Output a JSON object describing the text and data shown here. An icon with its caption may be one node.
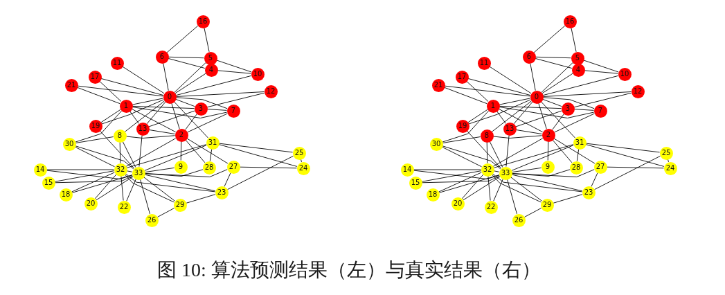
{
  "diagram": {
    "caption": "图 10: 算法预测结果（左）与真实结果（右）",
    "nodes": [
      {
        "text": [
          "0"
        ]
      },
      {
        "text": [
          "1"
        ]
      },
      {
        "text": [
          "2"
        ]
      },
      {
        "text": [
          "3"
        ]
      },
      {
        "text": [
          "4"
        ]
      },
      {
        "text": [
          "5"
        ]
      },
      {
        "text": [
          "6"
        ]
      },
      {
        "text": [
          "7"
        ]
      },
      {
        "text": [
          "8"
        ]
      },
      {
        "text": [
          "9"
        ]
      },
      {
        "text": [
          "10"
        ]
      },
      {
        "text": [
          "11"
        ]
      },
      {
        "text": [
          "12"
        ]
      },
      {
        "text": [
          "13"
        ]
      },
      {
        "text": [
          "14"
        ]
      },
      {
        "text": [
          "15"
        ]
      },
      {
        "text": [
          "16"
        ]
      },
      {
        "text": [
          "17"
        ]
      },
      {
        "text": [
          "18"
        ]
      },
      {
        "text": [
          "19"
        ]
      },
      {
        "text": [
          "20"
        ]
      },
      {
        "text": [
          "21"
        ]
      },
      {
        "text": [
          "22"
        ]
      },
      {
        "text": [
          "23"
        ]
      },
      {
        "text": [
          "24"
        ]
      },
      {
        "text": [
          "25"
        ]
      },
      {
        "text": [
          "26"
        ]
      },
      {
        "text": [
          "27"
        ]
      },
      {
        "text": [
          "28"
        ]
      },
      {
        "text": [
          "29"
        ]
      },
      {
        "text": [
          "30"
        ]
      },
      {
        "text": [
          "31"
        ]
      },
      {
        "text": [
          "32"
        ]
      },
      {
        "text": [
          "33"
        ]
      },
      {
        "text": [
          "0"
        ]
      },
      {
        "text": [
          "1"
        ]
      },
      {
        "text": [
          "2"
        ]
      },
      {
        "text": [
          "3"
        ]
      },
      {
        "text": [
          "4"
        ]
      },
      {
        "text": [
          "5"
        ]
      },
      {
        "text": [
          "6"
        ]
      },
      {
        "text": [
          "7"
        ]
      },
      {
        "text": [
          "8"
        ]
      },
      {
        "text": [
          "9"
        ]
      },
      {
        "text": [
          "10"
        ]
      },
      {
        "text": [
          "11"
        ]
      },
      {
        "text": [
          "12"
        ]
      },
      {
        "text": [
          "13"
        ]
      },
      {
        "text": [
          "14"
        ]
      },
      {
        "text": [
          "15"
        ]
      },
      {
        "text": [
          "16"
        ]
      },
      {
        "text": [
          "17"
        ]
      },
      {
        "text": [
          "18"
        ]
      },
      {
        "text": [
          "19"
        ]
      },
      {
        "text": [
          "20"
        ]
      },
      {
        "text": [
          "21"
        ]
      },
      {
        "text": [
          "22"
        ]
      },
      {
        "text": [
          "23"
        ]
      },
      {
        "text": [
          "24"
        ]
      },
      {
        "text": [
          "25"
        ]
      },
      {
        "text": [
          "26"
        ]
      },
      {
        "text": [
          "27"
        ]
      },
      {
        "text": [
          "28"
        ]
      },
      {
        "text": [
          "29"
        ]
      },
      {
        "text": [
          "30"
        ]
      },
      {
        "text": [
          "31"
        ]
      },
      {
        "text": [
          "32"
        ]
      },
      {
        "text": [
          "33"
        ]
      }
    ],
    "edges": [
      {
        "from": 0,
        "to": 1,
        "arrow": "none"
      },
      {
        "from": 0,
        "to": 2,
        "arrow": "none"
      },
      {
        "from": 0,
        "to": 3,
        "arrow": "none"
      },
      {
        "from": 0,
        "to": 4,
        "arrow": "none"
      },
      {
        "from": 0,
        "to": 5,
        "arrow": "none"
      },
      {
        "from": 0,
        "to": 6,
        "arrow": "none"
      },
      {
        "from": 0,
        "to": 7,
        "arrow": "none"
      },
      {
        "from": 0,
        "to": 8,
        "arrow": "none"
      },
      {
        "from": 0,
        "to": 10,
        "arrow": "none"
      },
      {
        "from": 0,
        "to": 11,
        "arrow": "none"
      },
      {
        "from": 0,
        "to": 12,
        "arrow": "none"
      },
      {
        "from": 0,
        "to": 13,
        "arrow": "none"
      },
      {
        "from": 0,
        "to": 17,
        "arrow": "none"
      },
      {
        "from": 0,
        "to": 19,
        "arrow": "none"
      },
      {
        "from": 0,
        "to": 21,
        "arrow": "none"
      },
      {
        "from": 0,
        "to": 31,
        "arrow": "none"
      },
      {
        "from": 1,
        "to": 2,
        "arrow": "none"
      },
      {
        "from": 1,
        "to": 3,
        "arrow": "none"
      },
      {
        "from": 1,
        "to": 7,
        "arrow": "none"
      },
      {
        "from": 1,
        "to": 13,
        "arrow": "none"
      },
      {
        "from": 1,
        "to": 17,
        "arrow": "none"
      },
      {
        "from": 1,
        "to": 19,
        "arrow": "none"
      },
      {
        "from": 1,
        "to": 21,
        "arrow": "none"
      },
      {
        "from": 1,
        "to": 30,
        "arrow": "none"
      },
      {
        "from": 2,
        "to": 3,
        "arrow": "none"
      },
      {
        "from": 2,
        "to": 7,
        "arrow": "none"
      },
      {
        "from": 2,
        "to": 8,
        "arrow": "none"
      },
      {
        "from": 2,
        "to": 9,
        "arrow": "none"
      },
      {
        "from": 2,
        "to": 13,
        "arrow": "none"
      },
      {
        "from": 2,
        "to": 27,
        "arrow": "none"
      },
      {
        "from": 2,
        "to": 28,
        "arrow": "none"
      },
      {
        "from": 2,
        "to": 32,
        "arrow": "none"
      },
      {
        "from": 3,
        "to": 7,
        "arrow": "none"
      },
      {
        "from": 3,
        "to": 12,
        "arrow": "none"
      },
      {
        "from": 3,
        "to": 13,
        "arrow": "none"
      },
      {
        "from": 4,
        "to": 6,
        "arrow": "none"
      },
      {
        "from": 4,
        "to": 10,
        "arrow": "none"
      },
      {
        "from": 5,
        "to": 6,
        "arrow": "none"
      },
      {
        "from": 5,
        "to": 10,
        "arrow": "none"
      },
      {
        "from": 5,
        "to": 16,
        "arrow": "none"
      },
      {
        "from": 6,
        "to": 16,
        "arrow": "none"
      },
      {
        "from": 8,
        "to": 30,
        "arrow": "none"
      },
      {
        "from": 8,
        "to": 32,
        "arrow": "none"
      },
      {
        "from": 8,
        "to": 33,
        "arrow": "none"
      },
      {
        "from": 9,
        "to": 33,
        "arrow": "none"
      },
      {
        "from": 13,
        "to": 33,
        "arrow": "none"
      },
      {
        "from": 14,
        "to": 32,
        "arrow": "none"
      },
      {
        "from": 14,
        "to": 33,
        "arrow": "none"
      },
      {
        "from": 15,
        "to": 32,
        "arrow": "none"
      },
      {
        "from": 15,
        "to": 33,
        "arrow": "none"
      },
      {
        "from": 18,
        "to": 32,
        "arrow": "none"
      },
      {
        "from": 18,
        "to": 33,
        "arrow": "none"
      },
      {
        "from": 19,
        "to": 33,
        "arrow": "none"
      },
      {
        "from": 20,
        "to": 32,
        "arrow": "none"
      },
      {
        "from": 20,
        "to": 33,
        "arrow": "none"
      },
      {
        "from": 22,
        "to": 32,
        "arrow": "none"
      },
      {
        "from": 22,
        "to": 33,
        "arrow": "none"
      },
      {
        "from": 23,
        "to": 25,
        "arrow": "none"
      },
      {
        "from": 23,
        "to": 27,
        "arrow": "none"
      },
      {
        "from": 23,
        "to": 29,
        "arrow": "none"
      },
      {
        "from": 23,
        "to": 32,
        "arrow": "none"
      },
      {
        "from": 23,
        "to": 33,
        "arrow": "none"
      },
      {
        "from": 24,
        "to": 25,
        "arrow": "none"
      },
      {
        "from": 24,
        "to": 27,
        "arrow": "none"
      },
      {
        "from": 24,
        "to": 31,
        "arrow": "none"
      },
      {
        "from": 25,
        "to": 31,
        "arrow": "none"
      },
      {
        "from": 26,
        "to": 29,
        "arrow": "none"
      },
      {
        "from": 26,
        "to": 33,
        "arrow": "none"
      },
      {
        "from": 27,
        "to": 33,
        "arrow": "none"
      },
      {
        "from": 28,
        "to": 31,
        "arrow": "none"
      },
      {
        "from": 28,
        "to": 33,
        "arrow": "none"
      },
      {
        "from": 29,
        "to": 32,
        "arrow": "none"
      },
      {
        "from": 29,
        "to": 33,
        "arrow": "none"
      },
      {
        "from": 30,
        "to": 32,
        "arrow": "none"
      },
      {
        "from": 30,
        "to": 33,
        "arrow": "none"
      },
      {
        "from": 31,
        "to": 32,
        "arrow": "none"
      },
      {
        "from": 31,
        "to": 33,
        "arrow": "none"
      },
      {
        "from": 32,
        "to": 33,
        "arrow": "none"
      },
      {
        "from": 34,
        "to": 35,
        "arrow": "none"
      },
      {
        "from": 34,
        "to": 36,
        "arrow": "none"
      },
      {
        "from": 34,
        "to": 37,
        "arrow": "none"
      },
      {
        "from": 34,
        "to": 38,
        "arrow": "none"
      },
      {
        "from": 34,
        "to": 39,
        "arrow": "none"
      },
      {
        "from": 34,
        "to": 40,
        "arrow": "none"
      },
      {
        "from": 34,
        "to": 41,
        "arrow": "none"
      },
      {
        "from": 34,
        "to": 42,
        "arrow": "none"
      },
      {
        "from": 34,
        "to": 44,
        "arrow": "none"
      },
      {
        "from": 34,
        "to": 45,
        "arrow": "none"
      },
      {
        "from": 34,
        "to": 46,
        "arrow": "none"
      },
      {
        "from": 34,
        "to": 47,
        "arrow": "none"
      },
      {
        "from": 34,
        "to": 51,
        "arrow": "none"
      },
      {
        "from": 34,
        "to": 53,
        "arrow": "none"
      },
      {
        "from": 34,
        "to": 55,
        "arrow": "none"
      },
      {
        "from": 34,
        "to": 65,
        "arrow": "none"
      },
      {
        "from": 35,
        "to": 36,
        "arrow": "none"
      },
      {
        "from": 35,
        "to": 37,
        "arrow": "none"
      },
      {
        "from": 35,
        "to": 41,
        "arrow": "none"
      },
      {
        "from": 35,
        "to": 47,
        "arrow": "none"
      },
      {
        "from": 35,
        "to": 51,
        "arrow": "none"
      },
      {
        "from": 35,
        "to": 53,
        "arrow": "none"
      },
      {
        "from": 35,
        "to": 55,
        "arrow": "none"
      },
      {
        "from": 35,
        "to": 64,
        "arrow": "none"
      },
      {
        "from": 36,
        "to": 37,
        "arrow": "none"
      },
      {
        "from": 36,
        "to": 41,
        "arrow": "none"
      },
      {
        "from": 36,
        "to": 42,
        "arrow": "none"
      },
      {
        "from": 36,
        "to": 43,
        "arrow": "none"
      },
      {
        "from": 36,
        "to": 47,
        "arrow": "none"
      },
      {
        "from": 36,
        "to": 61,
        "arrow": "none"
      },
      {
        "from": 36,
        "to": 62,
        "arrow": "none"
      },
      {
        "from": 36,
        "to": 66,
        "arrow": "none"
      },
      {
        "from": 37,
        "to": 41,
        "arrow": "none"
      },
      {
        "from": 37,
        "to": 46,
        "arrow": "none"
      },
      {
        "from": 37,
        "to": 47,
        "arrow": "none"
      },
      {
        "from": 38,
        "to": 40,
        "arrow": "none"
      },
      {
        "from": 38,
        "to": 44,
        "arrow": "none"
      },
      {
        "from": 39,
        "to": 40,
        "arrow": "none"
      },
      {
        "from": 39,
        "to": 44,
        "arrow": "none"
      },
      {
        "from": 39,
        "to": 50,
        "arrow": "none"
      },
      {
        "from": 40,
        "to": 50,
        "arrow": "none"
      },
      {
        "from": 42,
        "to": 64,
        "arrow": "none"
      },
      {
        "from": 42,
        "to": 66,
        "arrow": "none"
      },
      {
        "from": 42,
        "to": 67,
        "arrow": "none"
      },
      {
        "from": 43,
        "to": 67,
        "arrow": "none"
      },
      {
        "from": 47,
        "to": 67,
        "arrow": "none"
      },
      {
        "from": 48,
        "to": 66,
        "arrow": "none"
      },
      {
        "from": 48,
        "to": 67,
        "arrow": "none"
      },
      {
        "from": 49,
        "to": 66,
        "arrow": "none"
      },
      {
        "from": 49,
        "to": 67,
        "arrow": "none"
      },
      {
        "from": 52,
        "to": 66,
        "arrow": "none"
      },
      {
        "from": 52,
        "to": 67,
        "arrow": "none"
      },
      {
        "from": 53,
        "to": 67,
        "arrow": "none"
      },
      {
        "from": 54,
        "to": 66,
        "arrow": "none"
      },
      {
        "from": 54,
        "to": 67,
        "arrow": "none"
      },
      {
        "from": 56,
        "to": 66,
        "arrow": "none"
      },
      {
        "from": 56,
        "to": 67,
        "arrow": "none"
      },
      {
        "from": 57,
        "to": 59,
        "arrow": "none"
      },
      {
        "from": 57,
        "to": 61,
        "arrow": "none"
      },
      {
        "from": 57,
        "to": 63,
        "arrow": "none"
      },
      {
        "from": 57,
        "to": 66,
        "arrow": "none"
      },
      {
        "from": 57,
        "to": 67,
        "arrow": "none"
      },
      {
        "from": 58,
        "to": 59,
        "arrow": "none"
      },
      {
        "from": 58,
        "to": 61,
        "arrow": "none"
      },
      {
        "from": 58,
        "to": 65,
        "arrow": "none"
      },
      {
        "from": 59,
        "to": 65,
        "arrow": "none"
      },
      {
        "from": 60,
        "to": 63,
        "arrow": "none"
      },
      {
        "from": 60,
        "to": 67,
        "arrow": "none"
      },
      {
        "from": 61,
        "to": 67,
        "arrow": "none"
      },
      {
        "from": 62,
        "to": 65,
        "arrow": "none"
      },
      {
        "from": 62,
        "to": 67,
        "arrow": "none"
      },
      {
        "from": 63,
        "to": 66,
        "arrow": "none"
      },
      {
        "from": 63,
        "to": 67,
        "arrow": "none"
      },
      {
        "from": 64,
        "to": 66,
        "arrow": "none"
      },
      {
        "from": 64,
        "to": 67,
        "arrow": "none"
      },
      {
        "from": 65,
        "to": 66,
        "arrow": "none"
      },
      {
        "from": 65,
        "to": 67,
        "arrow": "none"
      },
      {
        "from": 66,
        "to": 67,
        "arrow": "none"
      }
    ]
  }
}
